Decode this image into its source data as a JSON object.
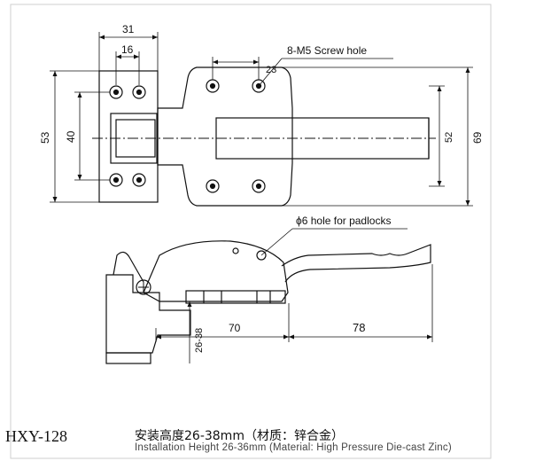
{
  "title": "HXY-128",
  "caption_cn": "安装高度26-38mm（材质：锌合金）",
  "caption_en": "Installation Height 26-36mm (Material: High Pressure Die-cast Zinc)",
  "top_view": {
    "label_screw_hole": "8-M5 Screw hole",
    "dim_31": "31",
    "dim_16": "16",
    "dim_23": "23",
    "dim_53": "53",
    "dim_40": "40",
    "dim_52": "52",
    "dim_69": "69"
  },
  "side_view": {
    "label_padlock": "ϕ6 hole for padlocks",
    "dim_26_38": "26-38",
    "dim_70": "70",
    "dim_78": "78"
  },
  "colors": {
    "line": "#111111",
    "background": "#ffffff"
  }
}
